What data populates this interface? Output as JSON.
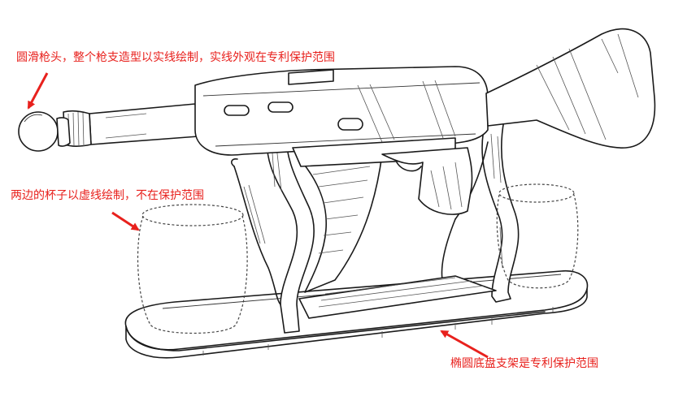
{
  "annotations": {
    "head": "圆滑枪头，整个枪支造型以实线绘制，实线外观在专利保护范围",
    "cups": "两边的杯子以虚线绘制，不在保护范围",
    "base": "椭圆底盘支架是专利保护范围"
  },
  "colors": {
    "annotation_text": "#e8211d",
    "arrow": "#e8211d",
    "line_art": "#1a1a1a"
  },
  "icons": [
    "arrow-to-head-icon",
    "arrow-to-cup-icon",
    "arrow-to-base-icon"
  ]
}
